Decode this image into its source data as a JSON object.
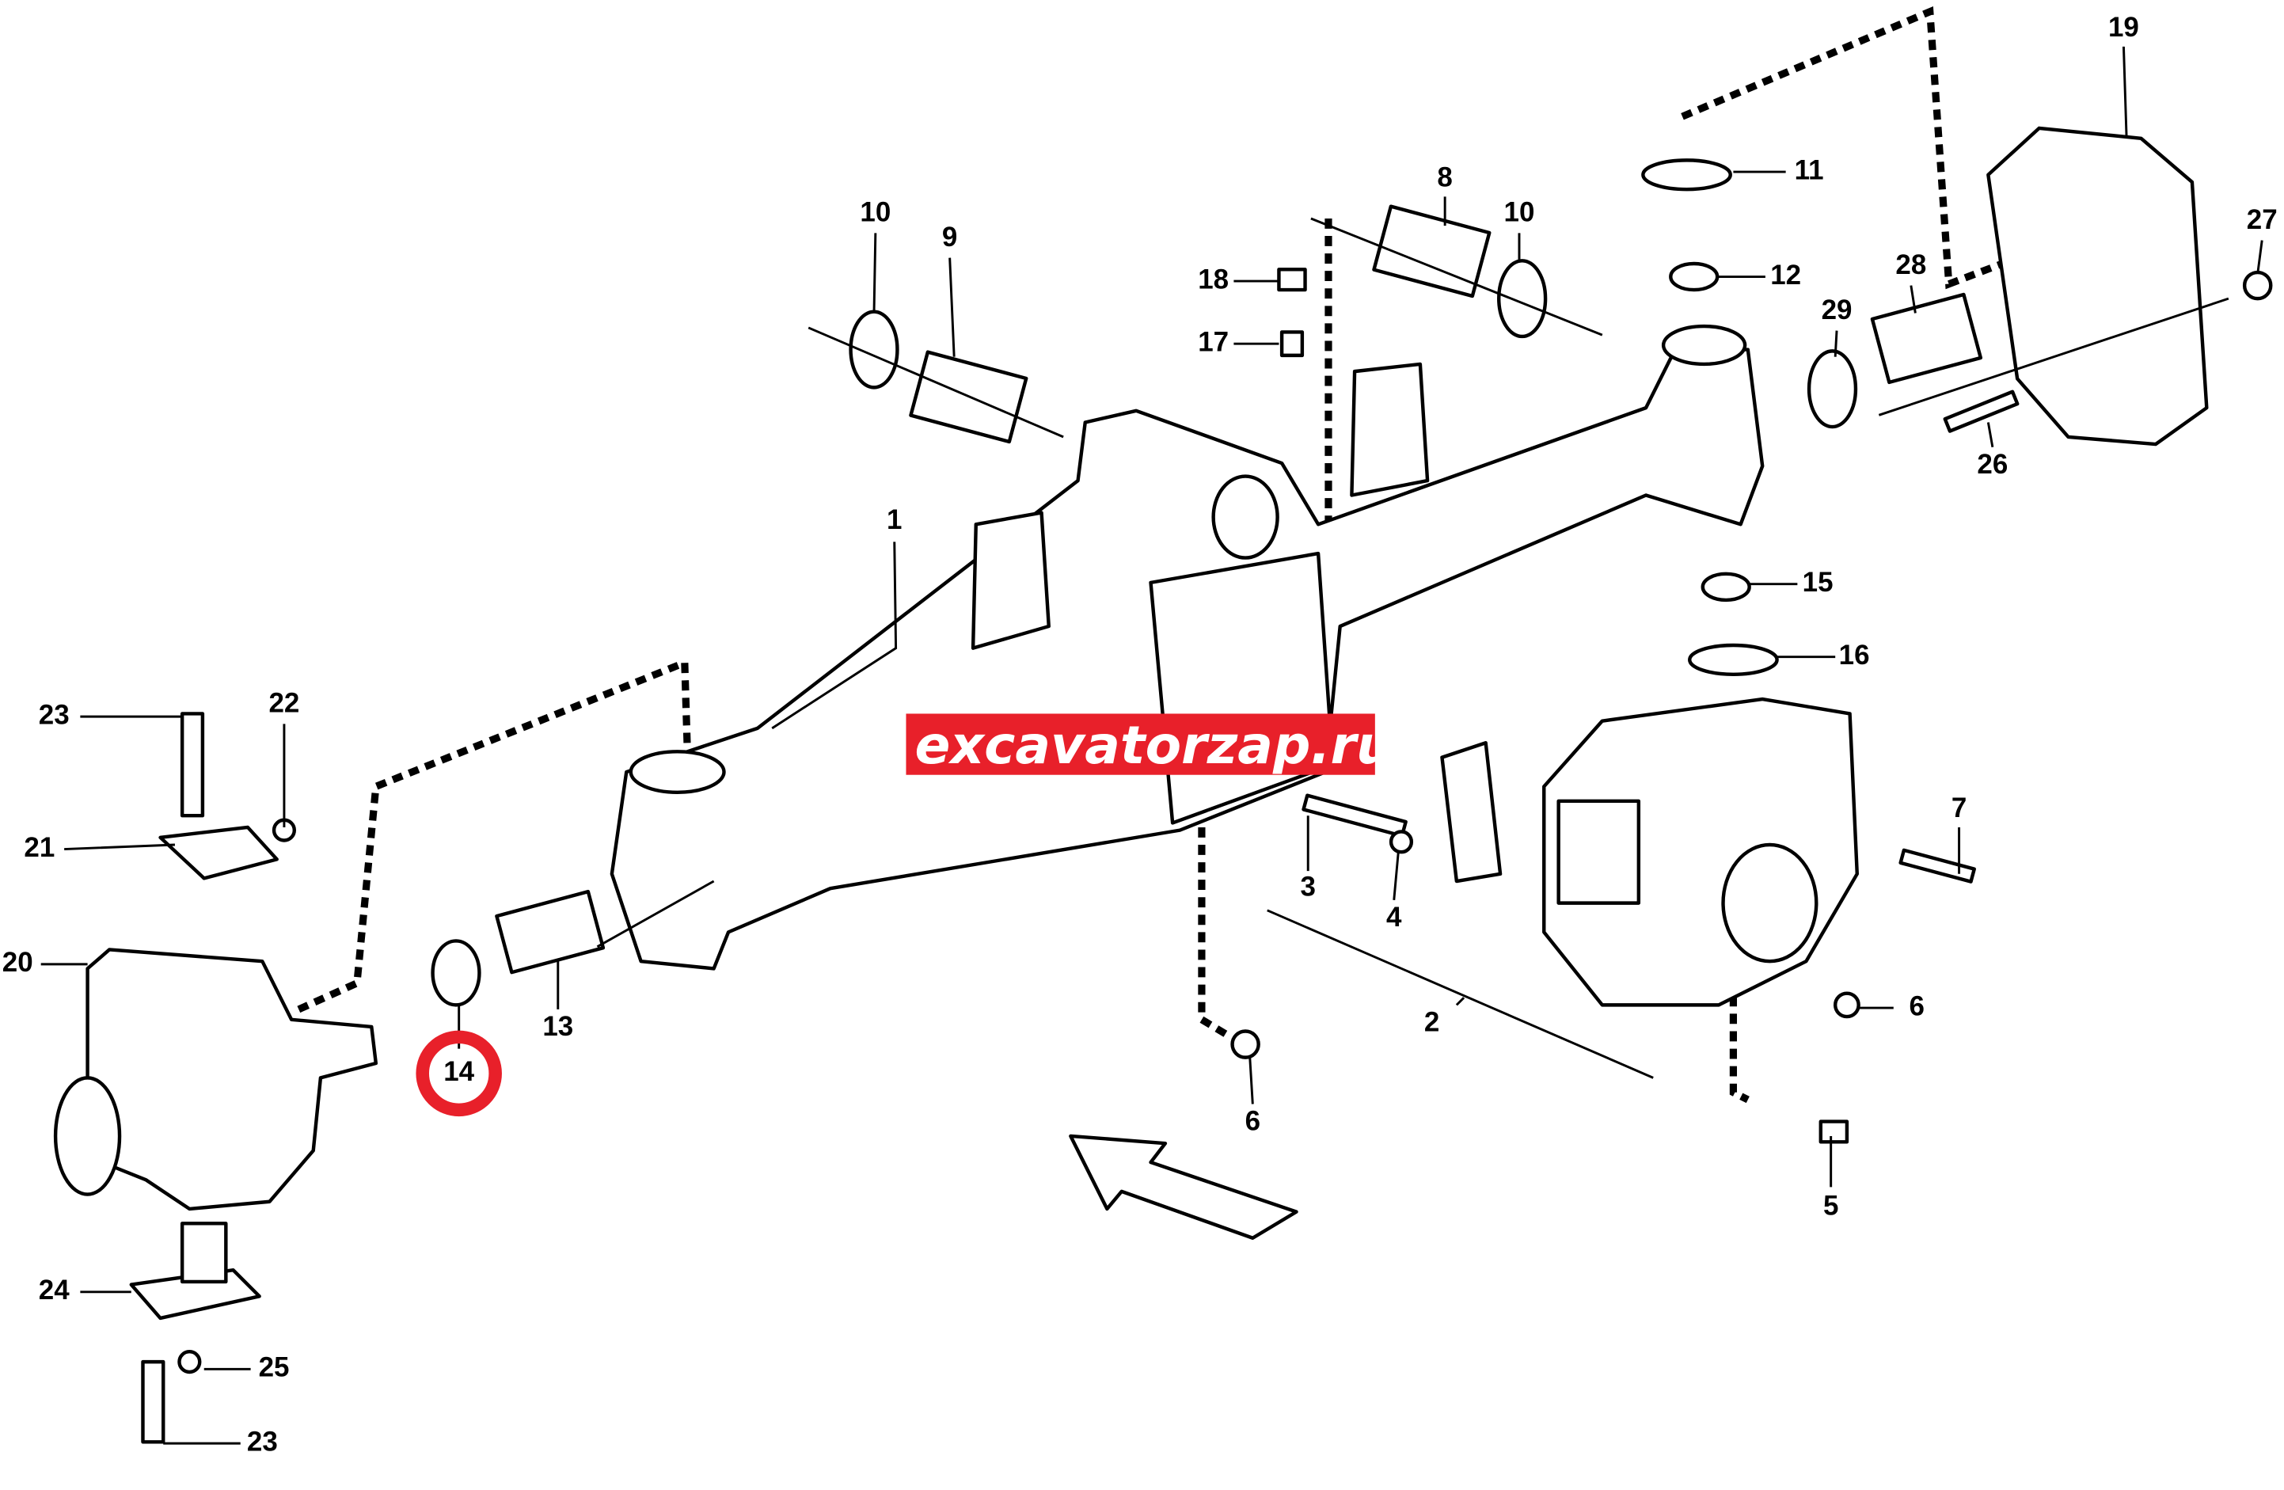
{
  "diagram": {
    "title": "Front axle assembly exploded view",
    "watermark": "excavatorzap.ru",
    "highlight_color": "#e8202a",
    "highlighted_part": "14",
    "callouts": [
      "1",
      "2",
      "3",
      "4",
      "5",
      "6",
      "6",
      "7",
      "8",
      "9",
      "10",
      "10",
      "11",
      "12",
      "13",
      "14",
      "15",
      "16",
      "17",
      "18",
      "19",
      "20",
      "21",
      "22",
      "23",
      "23",
      "24",
      "25",
      "26",
      "27",
      "28",
      "29"
    ]
  }
}
